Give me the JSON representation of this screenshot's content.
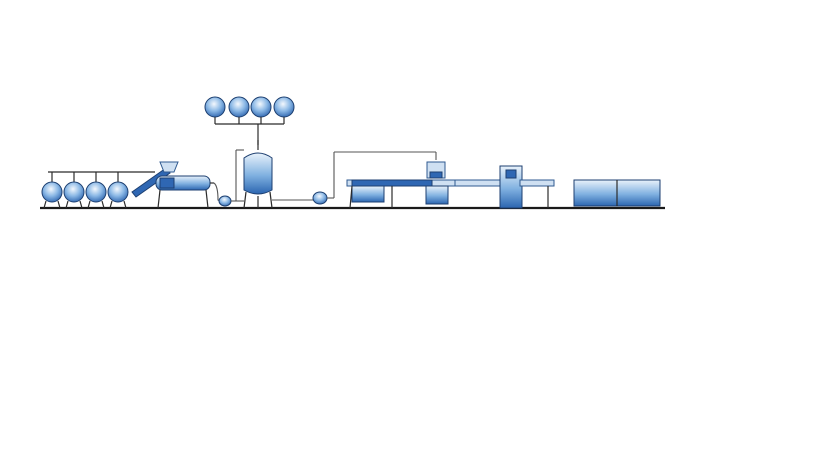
{
  "diagram": {
    "title": "",
    "colors": {
      "equipment": "#3f7bc7",
      "equipment_light": "#dce9f7",
      "lines": "#2b2b2b",
      "background": "#ffffff"
    },
    "stations": [
      {
        "name": "storage-tanks-row",
        "count": 4
      },
      {
        "name": "screw-conveyor-extruder"
      },
      {
        "name": "elevated-tanks-row",
        "count": 4
      },
      {
        "name": "mixing-vessel"
      },
      {
        "name": "transfer-pump"
      },
      {
        "name": "filling-conveyor-line"
      },
      {
        "name": "capping-machine"
      },
      {
        "name": "labeling-machine"
      },
      {
        "name": "packing-cabinet"
      }
    ]
  }
}
